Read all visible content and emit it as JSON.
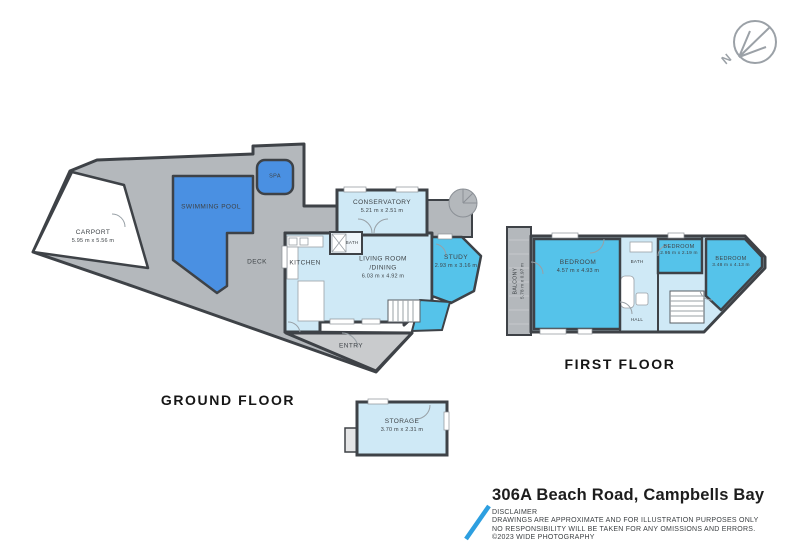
{
  "page": {
    "title": "306A Beach Road, Campbells Bay"
  },
  "compass": {
    "label": "N"
  },
  "colors": {
    "wall": "#3e4247",
    "deck_gray": "#b4b8bc",
    "entry_gray": "#c9cbcd",
    "pool_blue": "#4a90e2",
    "room_pale_blue": "#cfe9f6",
    "room_accent_blue": "#55c3ea",
    "logo_blue": "#2d9fe0"
  },
  "floors": {
    "ground": {
      "label": "GROUND FLOOR",
      "rooms": {
        "carport": {
          "name": "CARPORT",
          "dims": "5.95 m x 5.56 m"
        },
        "swimming_pool": {
          "name": "SWIMMING POOL"
        },
        "spa": {
          "name": "SPA"
        },
        "deck": {
          "name": "DECK"
        },
        "kitchen": {
          "name": "KITCHEN"
        },
        "bath": {
          "name": "BATH"
        },
        "conservatory": {
          "name": "CONSERVATORY",
          "dims": "5.21 m x 2.51 m"
        },
        "living": {
          "name": "LIVING ROOM",
          "name2": "/DINING",
          "dims": "6.03 m x 4.92 m"
        },
        "study": {
          "name": "STUDY",
          "dims": "2.93 m x 3.16 m"
        },
        "entry": {
          "name": "ENTRY"
        }
      }
    },
    "first": {
      "label": "FIRST FLOOR",
      "rooms": {
        "balcony": {
          "name": "BALCONY",
          "dims": "5.78 m x 0.97 m"
        },
        "bedroom1": {
          "name": "BEDROOM",
          "dims": "4.57 m x 4.93 m"
        },
        "bath": {
          "name": "BATH"
        },
        "bedroom2": {
          "name": "BEDROOM",
          "dims": "2.95 m x 2.19 m"
        },
        "bedroom3": {
          "name": "BEDROOM",
          "dims": "3.48 m x 4.13 m"
        },
        "hall": {
          "name": "HALL"
        }
      }
    },
    "outbuilding": {
      "rooms": {
        "storage": {
          "name": "STORAGE",
          "dims": "3.70 m x 2.31 m"
        }
      }
    }
  },
  "footer": {
    "address": "306A Beach Road, Campbells Bay",
    "disclaimer_heading": "DISCLAIMER",
    "disclaimer_line1": "DRAWINGS ARE APPROXIMATE AND FOR ILLUSTRATION PURPOSES ONLY",
    "disclaimer_line2": "NO RESPONSIBILITY WILL BE TAKEN FOR ANY OMISSIONS AND ERRORS.",
    "disclaimer_line3": "©2023 WIDE PHOTOGRAPHY"
  }
}
